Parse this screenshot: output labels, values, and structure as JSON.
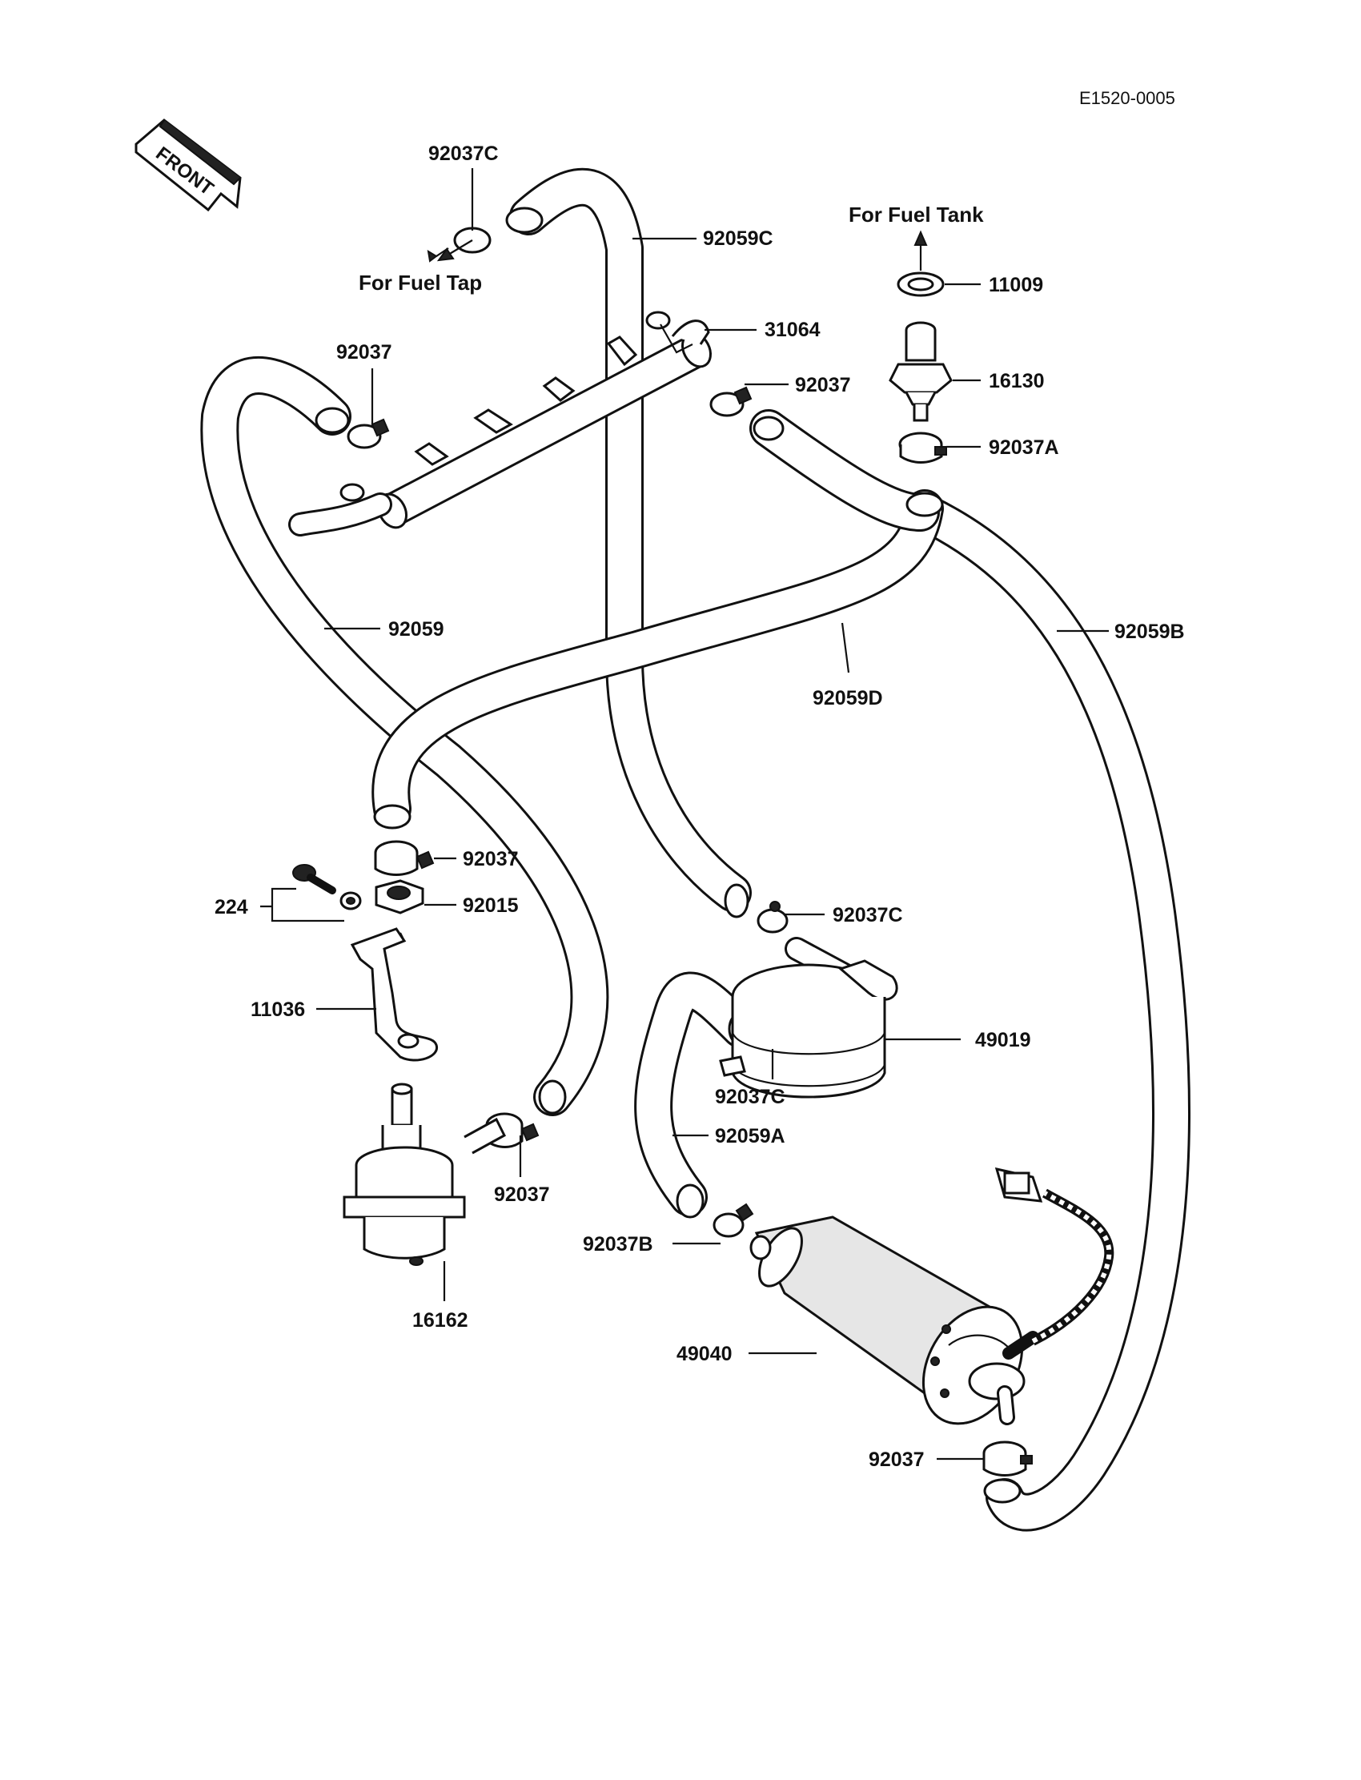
{
  "header": {
    "code": "E1520-0005"
  },
  "front_badge": {
    "text": "FRONT"
  },
  "notes": {
    "fuel_tap": "For Fuel Tap",
    "fuel_tank": "For Fuel Tank"
  },
  "labels": {
    "p92037C_top": "92037C",
    "p92059C": "92059C",
    "p31064": "31064",
    "p92037_rail_left": "92037",
    "p92037_rail_right": "92037",
    "p11009": "11009",
    "p16130": "16130",
    "p92037A": "92037A",
    "p92059": "92059",
    "p92059D": "92059D",
    "p92059B": "92059B",
    "p92037_mid": "92037",
    "p92015": "92015",
    "p224": "224",
    "p92037C_mid": "92037C",
    "p11036": "11036",
    "p49019": "49019",
    "p92037C_low": "92037C",
    "p92059A": "92059A",
    "p92037_reg": "92037",
    "p16162": "16162",
    "p92037B": "92037B",
    "p49040": "49040",
    "p92037_pump": "92037"
  },
  "colors": {
    "ink": "#111111",
    "background": "#ffffff"
  }
}
